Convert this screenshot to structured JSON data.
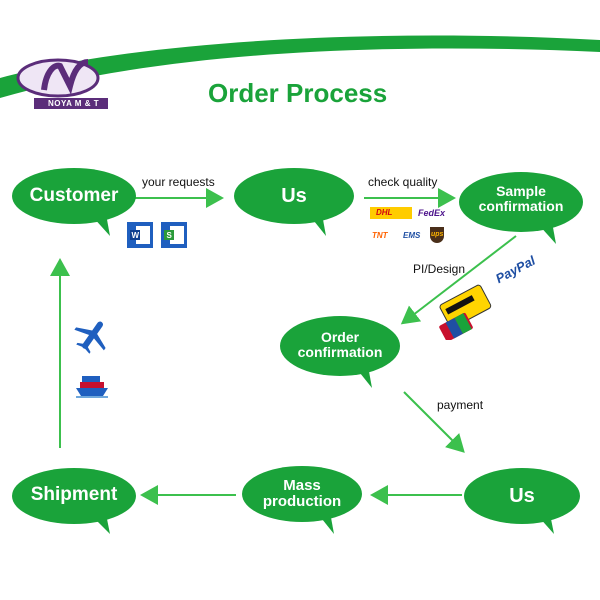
{
  "header": {
    "title": "Order Process",
    "logo_text": "NOYA M & T"
  },
  "nodes": {
    "customer": "Customer",
    "us_top": "Us",
    "sample": "Sample\nconfirmation",
    "order": "Order\nconfirmation",
    "us_bottom": "Us",
    "mass": "Mass\nproduction",
    "shipment": "Shipment"
  },
  "edges": {
    "your_requests": "your requests",
    "check_quality": "check quality",
    "pi_design": "PI/Design",
    "payment": "payment"
  },
  "couriers": {
    "dhl": "DHL",
    "fedex": "FedEx",
    "tnt": "TNT",
    "ems": "EMS",
    "ups": "ups"
  },
  "payment_brand": "PayPal",
  "icons": [
    "word-document-icon",
    "spreadsheet-document-icon",
    "airplane-icon",
    "ship-icon",
    "credit-card-icon"
  ],
  "colors": {
    "green": "#1aa33a",
    "arrow": "#3cc04d",
    "purple": "#5b2d7a"
  }
}
